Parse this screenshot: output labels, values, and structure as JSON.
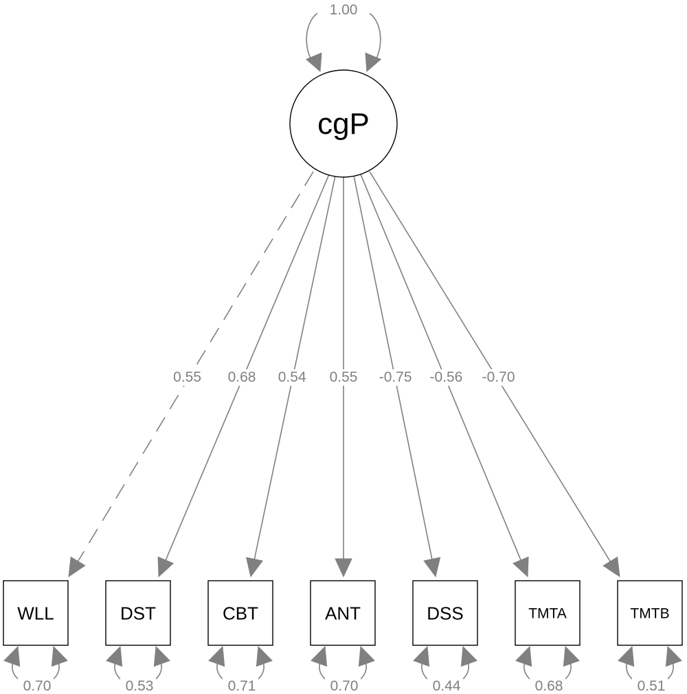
{
  "latent": {
    "label": "cgP",
    "variance": "1.00"
  },
  "indicators": [
    {
      "label": "WLL",
      "loading": "0.55",
      "residual": "0.70",
      "dashed": true
    },
    {
      "label": "DST",
      "loading": "0.68",
      "residual": "0.53",
      "dashed": false
    },
    {
      "label": "CBT",
      "loading": "0.54",
      "residual": "0.71",
      "dashed": false
    },
    {
      "label": "ANT",
      "loading": "0.55",
      "residual": "0.70",
      "dashed": false
    },
    {
      "label": "DSS",
      "loading": "-0.75",
      "residual": "0.44",
      "dashed": false
    },
    {
      "label": "TMTA",
      "loading": "-0.56",
      "residual": "0.68",
      "dashed": false
    },
    {
      "label": "TMTB",
      "loading": "-0.70",
      "residual": "0.51",
      "dashed": false
    }
  ],
  "colors": {
    "edge": "#808080",
    "node_stroke": "#000000",
    "text": "#000000",
    "edge_label": "#808080"
  }
}
